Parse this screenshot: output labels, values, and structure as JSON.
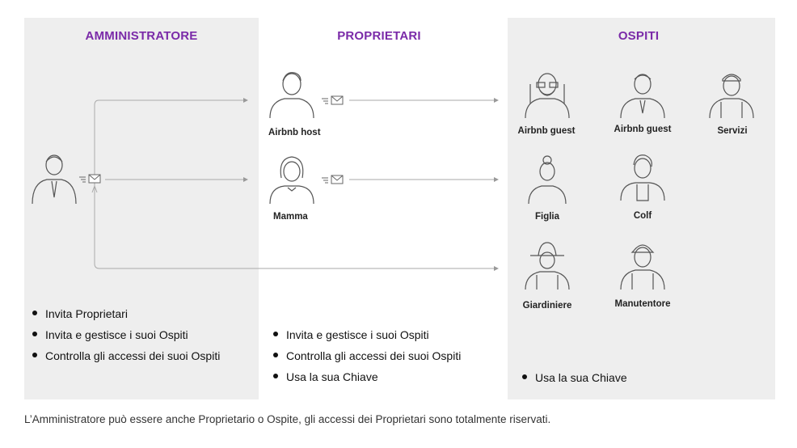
{
  "columns": {
    "admin": {
      "title": "AMMINISTRATORE"
    },
    "owners": {
      "title": "PROPRIETARI"
    },
    "guests": {
      "title": "OSPITI"
    }
  },
  "people": {
    "airbnb_host": "Airbnb host",
    "mamma": "Mamma",
    "guest_1": "Airbnb guest",
    "guest_2": "Airbnb guest",
    "servizi": "Servizi",
    "figlia": "Figlia",
    "colf": "Colf",
    "giardiniere": "Giardiniere",
    "manutentore": "Manutentore"
  },
  "admin_bullets": [
    "Invita Proprietari",
    "Invita e gestisce i suoi Ospiti",
    "Controlla gli accessi dei suoi Ospiti"
  ],
  "owner_bullets": [
    "Invita e gestisce i suoi Ospiti",
    "Controlla gli accessi dei suoi Ospiti",
    "Usa la sua Chiave"
  ],
  "guest_bullets": [
    "Usa la sua Chiave"
  ],
  "caption": "L’Amministratore può essere anche Proprietario o Ospite, gli accessi dei Proprietari sono totalmente riservati.",
  "colors": {
    "accent": "#7a2aa8",
    "panel_grey": "#eeeeee",
    "line": "#999999"
  },
  "icons": [
    "person-icon",
    "envelope-icon",
    "arrow-icon"
  ]
}
